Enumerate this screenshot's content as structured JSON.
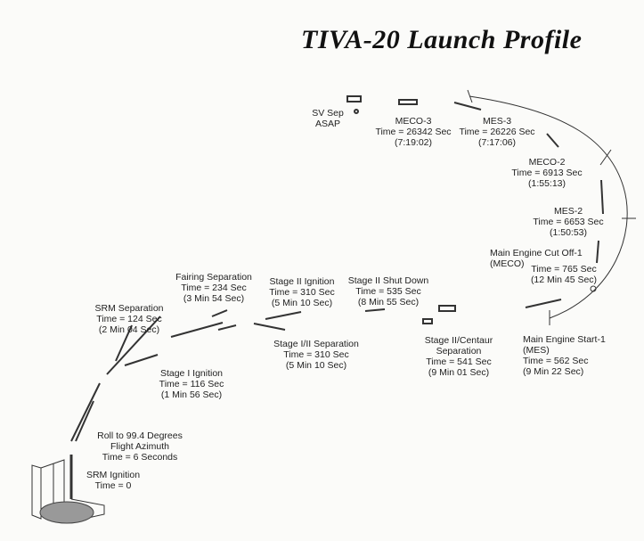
{
  "title": "TIVA-20 Launch Profile",
  "events": {
    "sv_sep": [
      "SV Sep",
      "ASAP"
    ],
    "meco3": [
      "MECO-3",
      "Time = 26342 Sec",
      "(7:19:02)"
    ],
    "mes3": [
      "MES-3",
      "Time = 26226 Sec",
      "(7:17:06)"
    ],
    "meco2": [
      "MECO-2",
      "Time = 6913 Sec",
      "(1:55:13)"
    ],
    "mes2": [
      "MES-2",
      "Time = 6653 Sec",
      "(1:50:53)"
    ],
    "meco1": [
      "Main Engine Cut Off-1",
      "(MECO)",
      "Time = 765 Sec",
      "(12 Min 45 Sec)"
    ],
    "mes1": [
      "Main Engine Start-1",
      "(MES)",
      "Time = 562 Sec",
      "(9 Min 22 Sec)"
    ],
    "centaur_sep": [
      "Stage II/Centaur",
      "Separation",
      "Time = 541 Sec",
      "(9 Min 01 Sec)"
    ],
    "stage2_shutdown": [
      "Stage II Shut Down",
      "Time = 535 Sec",
      "(8 Min 55 Sec)"
    ],
    "stage12_sep": [
      "Stage I/II Separation",
      "Time = 310 Sec",
      "(5 Min 10 Sec)"
    ],
    "stage2_ignition": [
      "Stage II Ignition",
      "Time = 310 Sec",
      "(5 Min 10 Sec)"
    ],
    "fairing_sep": [
      "Fairing Separation",
      "Time = 234 Sec",
      "(3 Min 54 Sec)"
    ],
    "srm_sep": [
      "SRM Separation",
      "Time = 124 Sec",
      "(2 Min 04 Sec)"
    ],
    "stage1_ignition": [
      "Stage I Ignition",
      "Time = 116 Sec",
      "(1 Min 56 Sec)"
    ],
    "roll": [
      "Roll to 99.4 Degrees",
      "Flight  Azimuth",
      "Time = 6 Seconds"
    ],
    "srm_ignition": [
      "SRM Ignition",
      "Time = 0"
    ]
  }
}
